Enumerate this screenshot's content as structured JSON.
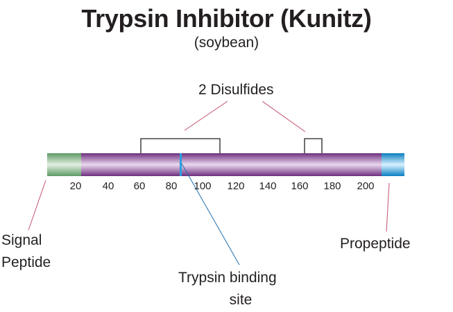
{
  "title": "Trypsin Inhibitor (Kunitz)",
  "subtitle": "(soybean)",
  "labels": {
    "disulfides": "2 Disulfides",
    "signal_line1": "Signal",
    "signal_line2": "Peptide",
    "binding_line1": "Trypsin binding",
    "binding_line2": "site",
    "propeptide": "Propeptide"
  },
  "ticks": [
    "20",
    "40",
    "60",
    "80",
    "100",
    "120",
    "140",
    "160",
    "180",
    "200"
  ],
  "colors": {
    "signal_peptide": "#8cc08e",
    "mature_chain": "#8f4f9a",
    "propeptide": "#1e9fd8",
    "binding_site": "#2aa0e0",
    "leader_lines": "#c0506a"
  }
}
